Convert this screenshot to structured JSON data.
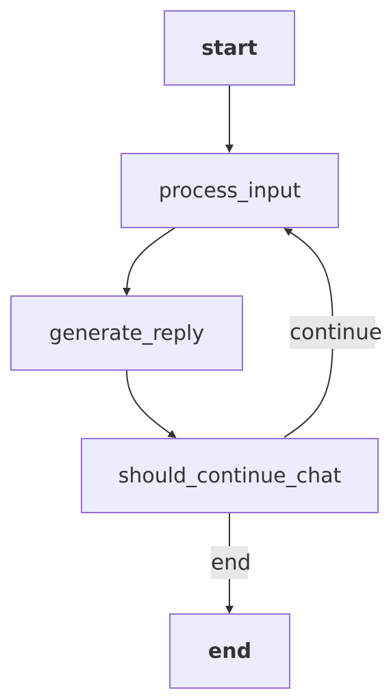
{
  "diagram": {
    "colors": {
      "node_fill": "#ECECFF",
      "node_border": "#9370DB",
      "edge": "#333333",
      "text": "#333333",
      "label_bg": "#e8e8e8"
    },
    "nodes": {
      "start": "start",
      "process_input": "process_input",
      "generate_reply": "generate_reply",
      "should_continue_chat": "should_continue_chat",
      "end": "end"
    },
    "edge_labels": {
      "continue": "continue",
      "end": "end"
    }
  }
}
